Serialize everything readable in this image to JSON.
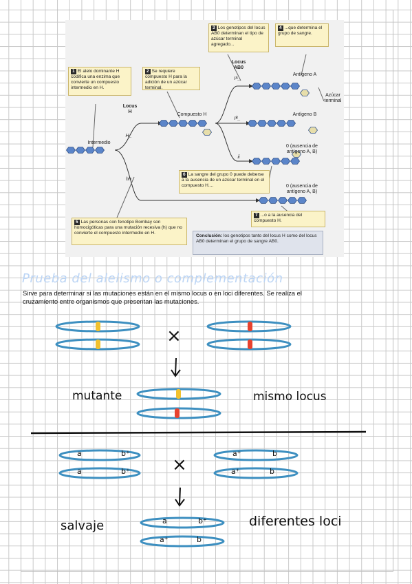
{
  "figure": {
    "notes": [
      {
        "num": "1",
        "text": "El alelo dominante H codifica una enzima que convierte un compuesto intermedio en H."
      },
      {
        "num": "2",
        "text": "Se requiere compuesto H para la adición de un azúcar terminal."
      },
      {
        "num": "3",
        "text": "Los genotipos del locus AB0 determinan el tipo de azúcar terminal agregado..."
      },
      {
        "num": "4",
        "text": "...que determina el grupo de sangre."
      },
      {
        "num": "5",
        "text": "Las personas con fenotipo Bombay son homocigóticas para una mutación recesiva (h) que no convierte el compuesto intermedio en H."
      },
      {
        "num": "6",
        "text": "La sangre del grupo 0 puede deberse a la ausencia de un azúcar terminal en el compuesto H...."
      },
      {
        "num": "7",
        "text": "...o a la ausencia del compuesto H."
      }
    ],
    "labels": {
      "locus_h": "Locus\nH",
      "locus_ab0": "Locus\nAB0",
      "intermedio": "Intermedio",
      "compuesto_h": "Compuesto H",
      "h_dom": "H_",
      "hh": "hh",
      "ia": "Iᴬ_",
      "ib": "Iᴮ_",
      "ii": "ii",
      "antigeno_a": "Antígeno A",
      "antigeno_b": "Antígeno B",
      "azucar_terminal": "Azúcar\nterminal",
      "o_absence_1": "0 (ausencia de\nantígeno A, B)",
      "o_absence_2": "0 (ausencia de\nantígeno A, B)"
    },
    "conclusion_label": "Conclusión:",
    "conclusion_text": " los genotipos tanto del locus H como del locus AB0 determinan el grupo de sangre AB0."
  },
  "heading": "Prueba del alelismo o complementación",
  "body_text": "Sirve para determinar si las mutaciones están en el mismo locus o en loci diferentes. Se realiza el\ncruzamiento entre organismos que presentan las mutaciones.",
  "cross1": {
    "symbol": "×",
    "arrow": "↓",
    "result_left": "mutante",
    "result_right": "mismo locus"
  },
  "cross2": {
    "symbol": "×",
    "arrow": "↓",
    "parent1": [
      {
        "left": "a",
        "right": "b⁺"
      },
      {
        "left": "a",
        "right": "b⁺"
      }
    ],
    "parent2": [
      {
        "left": "a⁺",
        "right": "b"
      },
      {
        "left": "a⁺",
        "right": "b"
      }
    ],
    "offspring": [
      {
        "left": "a",
        "right": "b⁺"
      },
      {
        "left": "a⁺",
        "right": "b"
      }
    ],
    "result_left": "salvaje",
    "result_right": "diferentes loci"
  },
  "colors": {
    "chromosome": "#3d8fc0",
    "mutation_yellow": "#f2c12e",
    "mutation_red": "#e8422e",
    "hexagon": "#5b85c9",
    "sugar": "#e7deaa",
    "heading": "#bcd5f5"
  }
}
